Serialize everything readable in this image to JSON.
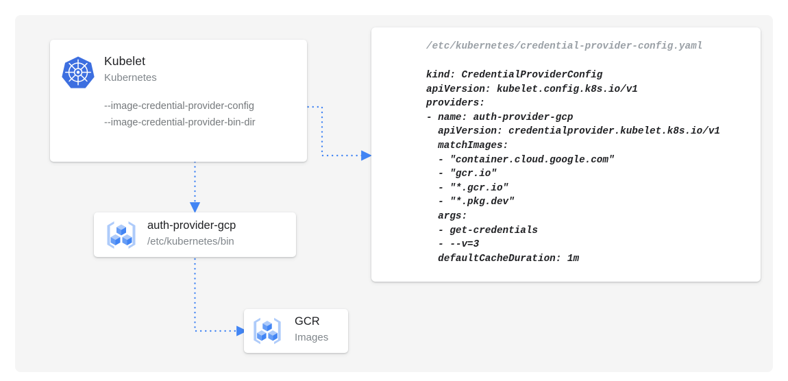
{
  "diagram": {
    "background_color": "#f5f5f5",
    "accent_color": "#4285f4",
    "nodes": {
      "kubelet": {
        "icon": "kubernetes-logo-icon",
        "title": "Kubelet",
        "subtitle": "Kubernetes",
        "flags": [
          "--image-credential-provider-config",
          "--image-credential-provider-bin-dir"
        ]
      },
      "auth_provider": {
        "icon": "container-registry-icon",
        "title": "auth-provider-gcp",
        "subtitle": "/etc/kubernetes/bin"
      },
      "gcr": {
        "icon": "container-registry-icon",
        "title": "GCR",
        "subtitle": "Images"
      }
    },
    "code_panel": {
      "filename": "/etc/kubernetes/credential-provider-config.yaml",
      "lines": [
        "kind: CredentialProviderConfig",
        "apiVersion: kubelet.config.k8s.io/v1",
        "providers:",
        "- name: auth-provider-gcp",
        "  apiVersion: credentialprovider.kubelet.k8s.io/v1",
        "  matchImages:",
        "  - \"container.cloud.google.com\"",
        "  - \"gcr.io\"",
        "  - \"*.gcr.io\"",
        "  - \"*.pkg.dev\"",
        "  args:",
        "  - get-credentials",
        "  - --v=3",
        "  defaultCacheDuration: 1m"
      ]
    },
    "connectors": [
      {
        "name": "kubelet-config-to-code-panel",
        "from": "kubelet",
        "to": "code_panel",
        "style": "dotted-arrow"
      },
      {
        "name": "kubelet-to-auth-provider",
        "from": "kubelet",
        "to": "auth_provider",
        "style": "dotted-arrow"
      },
      {
        "name": "auth-provider-to-gcr",
        "from": "auth_provider",
        "to": "gcr",
        "style": "dotted-arrow"
      }
    ]
  }
}
